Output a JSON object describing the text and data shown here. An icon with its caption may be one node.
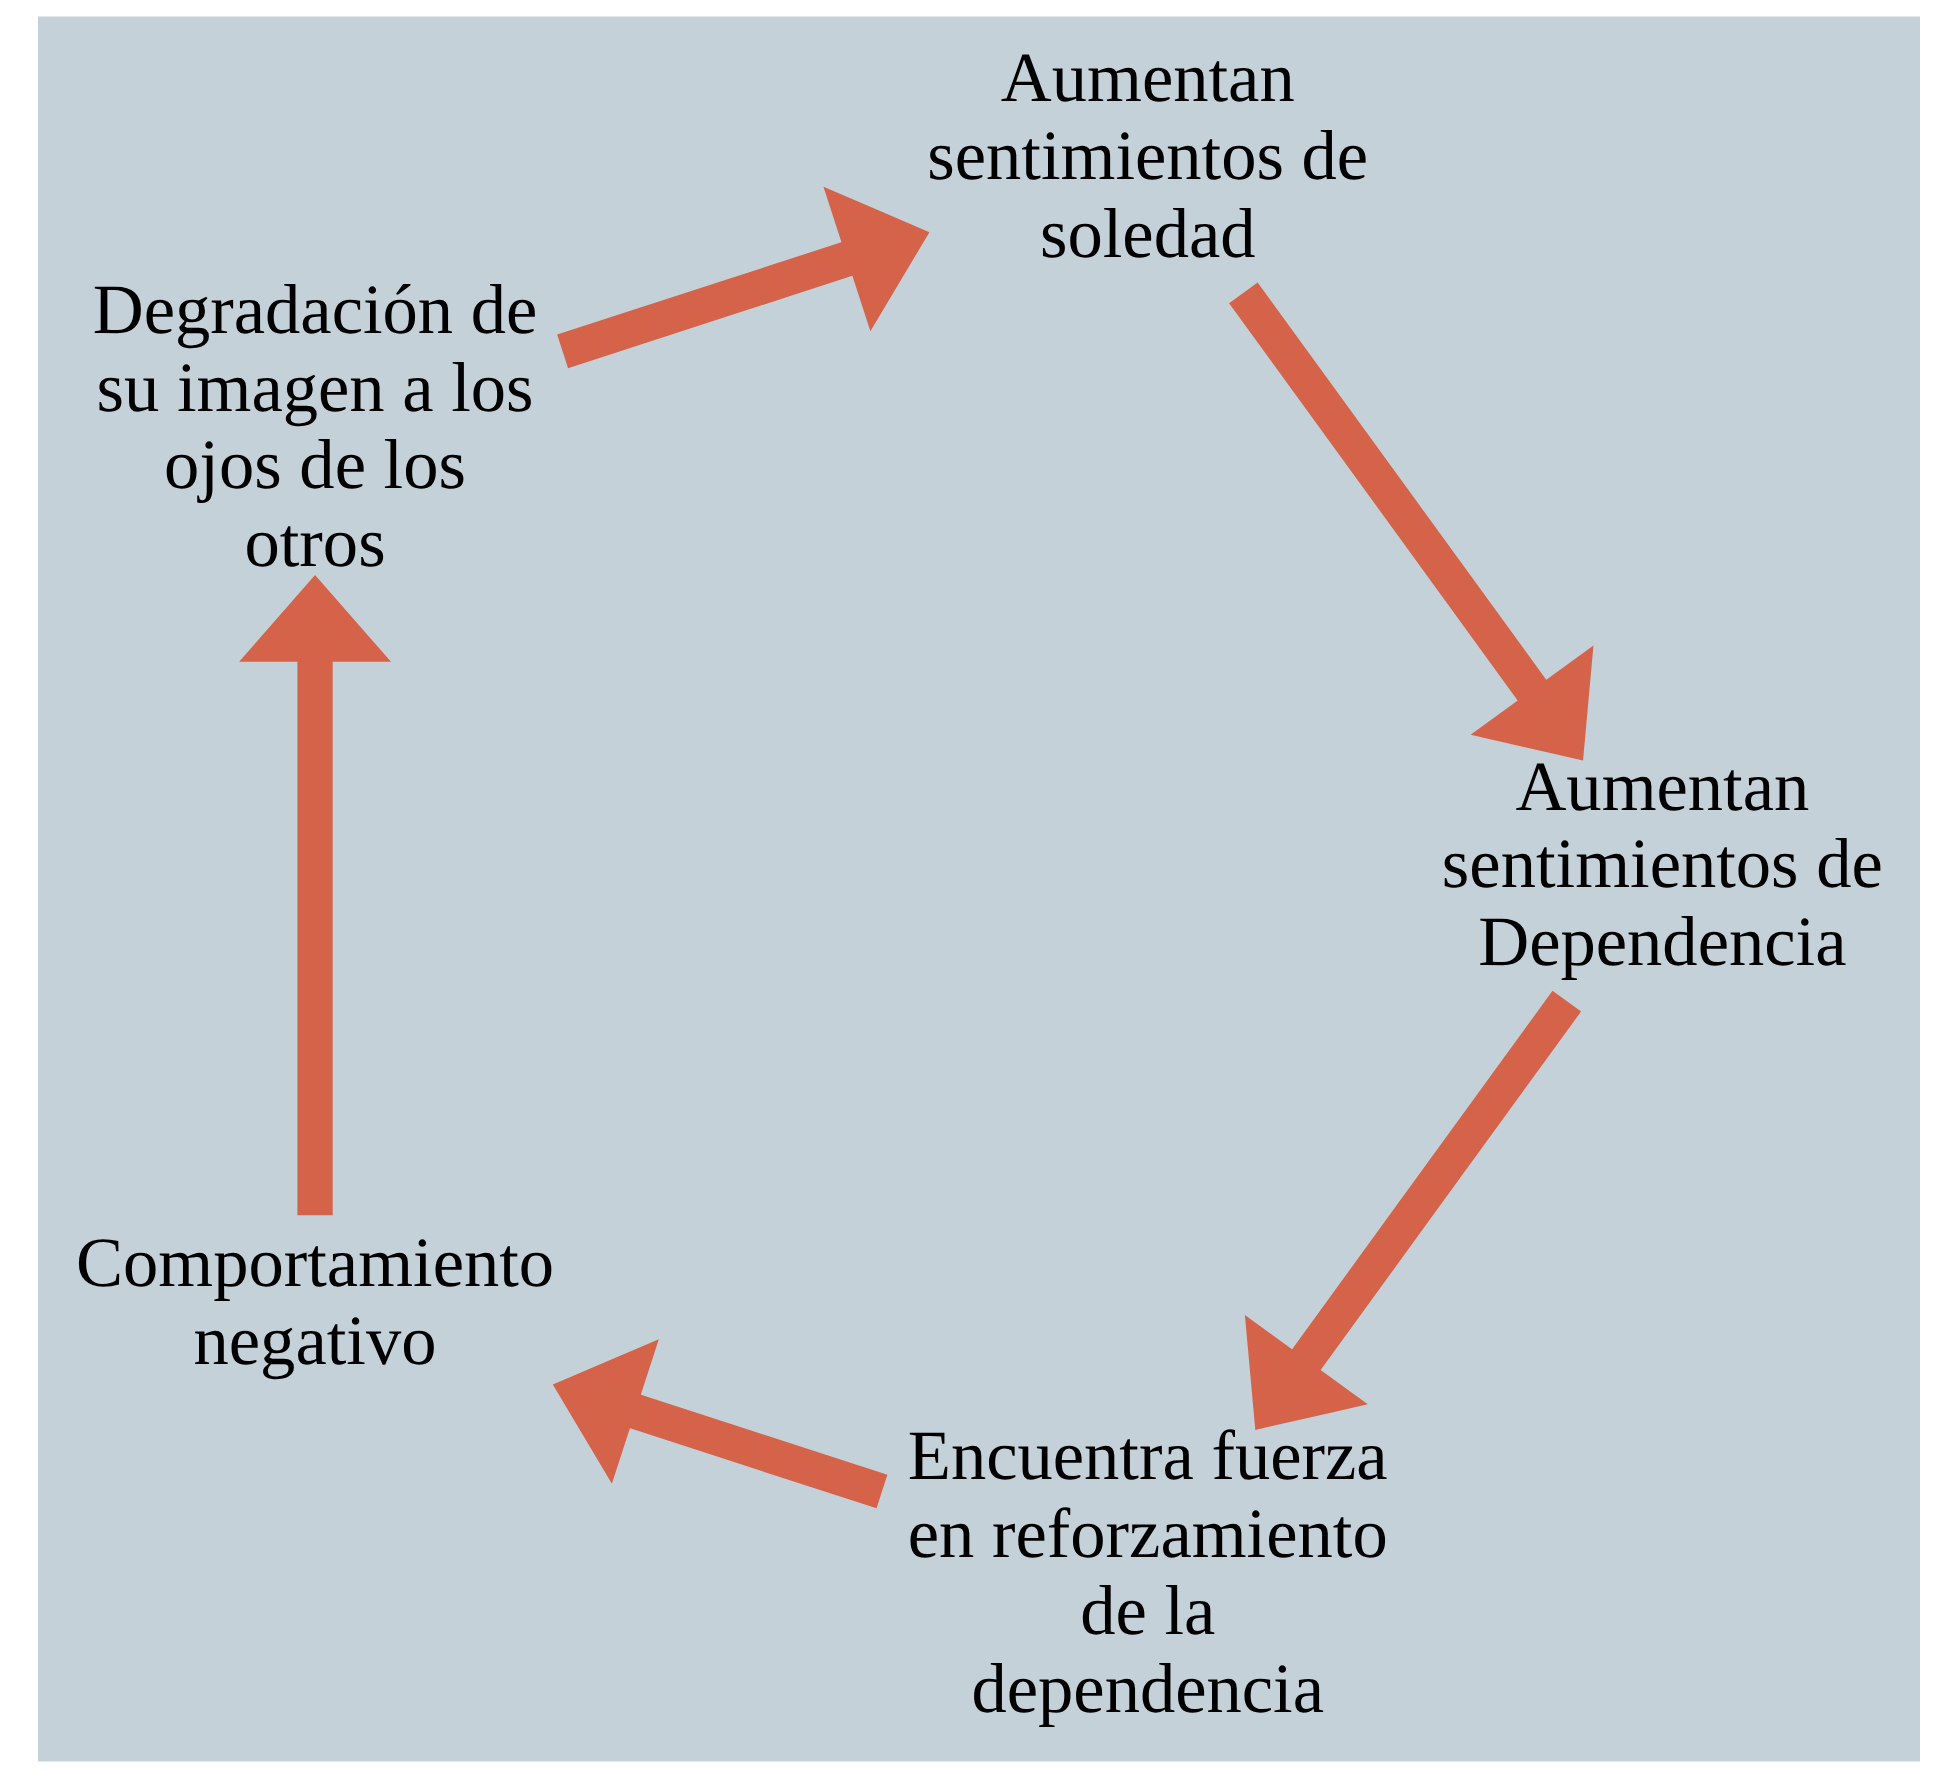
{
  "diagram": {
    "nodes": [
      {
        "text": [
          "Encuentra fuerza en reforzamiento de la dependencia"
        ]
      },
      {
        "text": [
          "Comportamiento negativo"
        ]
      },
      {
        "text": [
          "Degradación de su imagen a los ojos de los otros"
        ]
      },
      {
        "text": [
          "Aumentan sentimientos de soledad"
        ]
      },
      {
        "text": [
          "Aumentan sentimientos de Dependencia"
        ]
      }
    ],
    "edges": [
      {
        "from": 0,
        "to": 1,
        "arrow": "to"
      },
      {
        "from": 1,
        "to": 2,
        "arrow": "to"
      },
      {
        "from": 2,
        "to": 3,
        "arrow": "to"
      },
      {
        "from": 3,
        "to": 4,
        "arrow": "to"
      },
      {
        "from": 4,
        "to": 0,
        "arrow": "to"
      }
    ]
  }
}
